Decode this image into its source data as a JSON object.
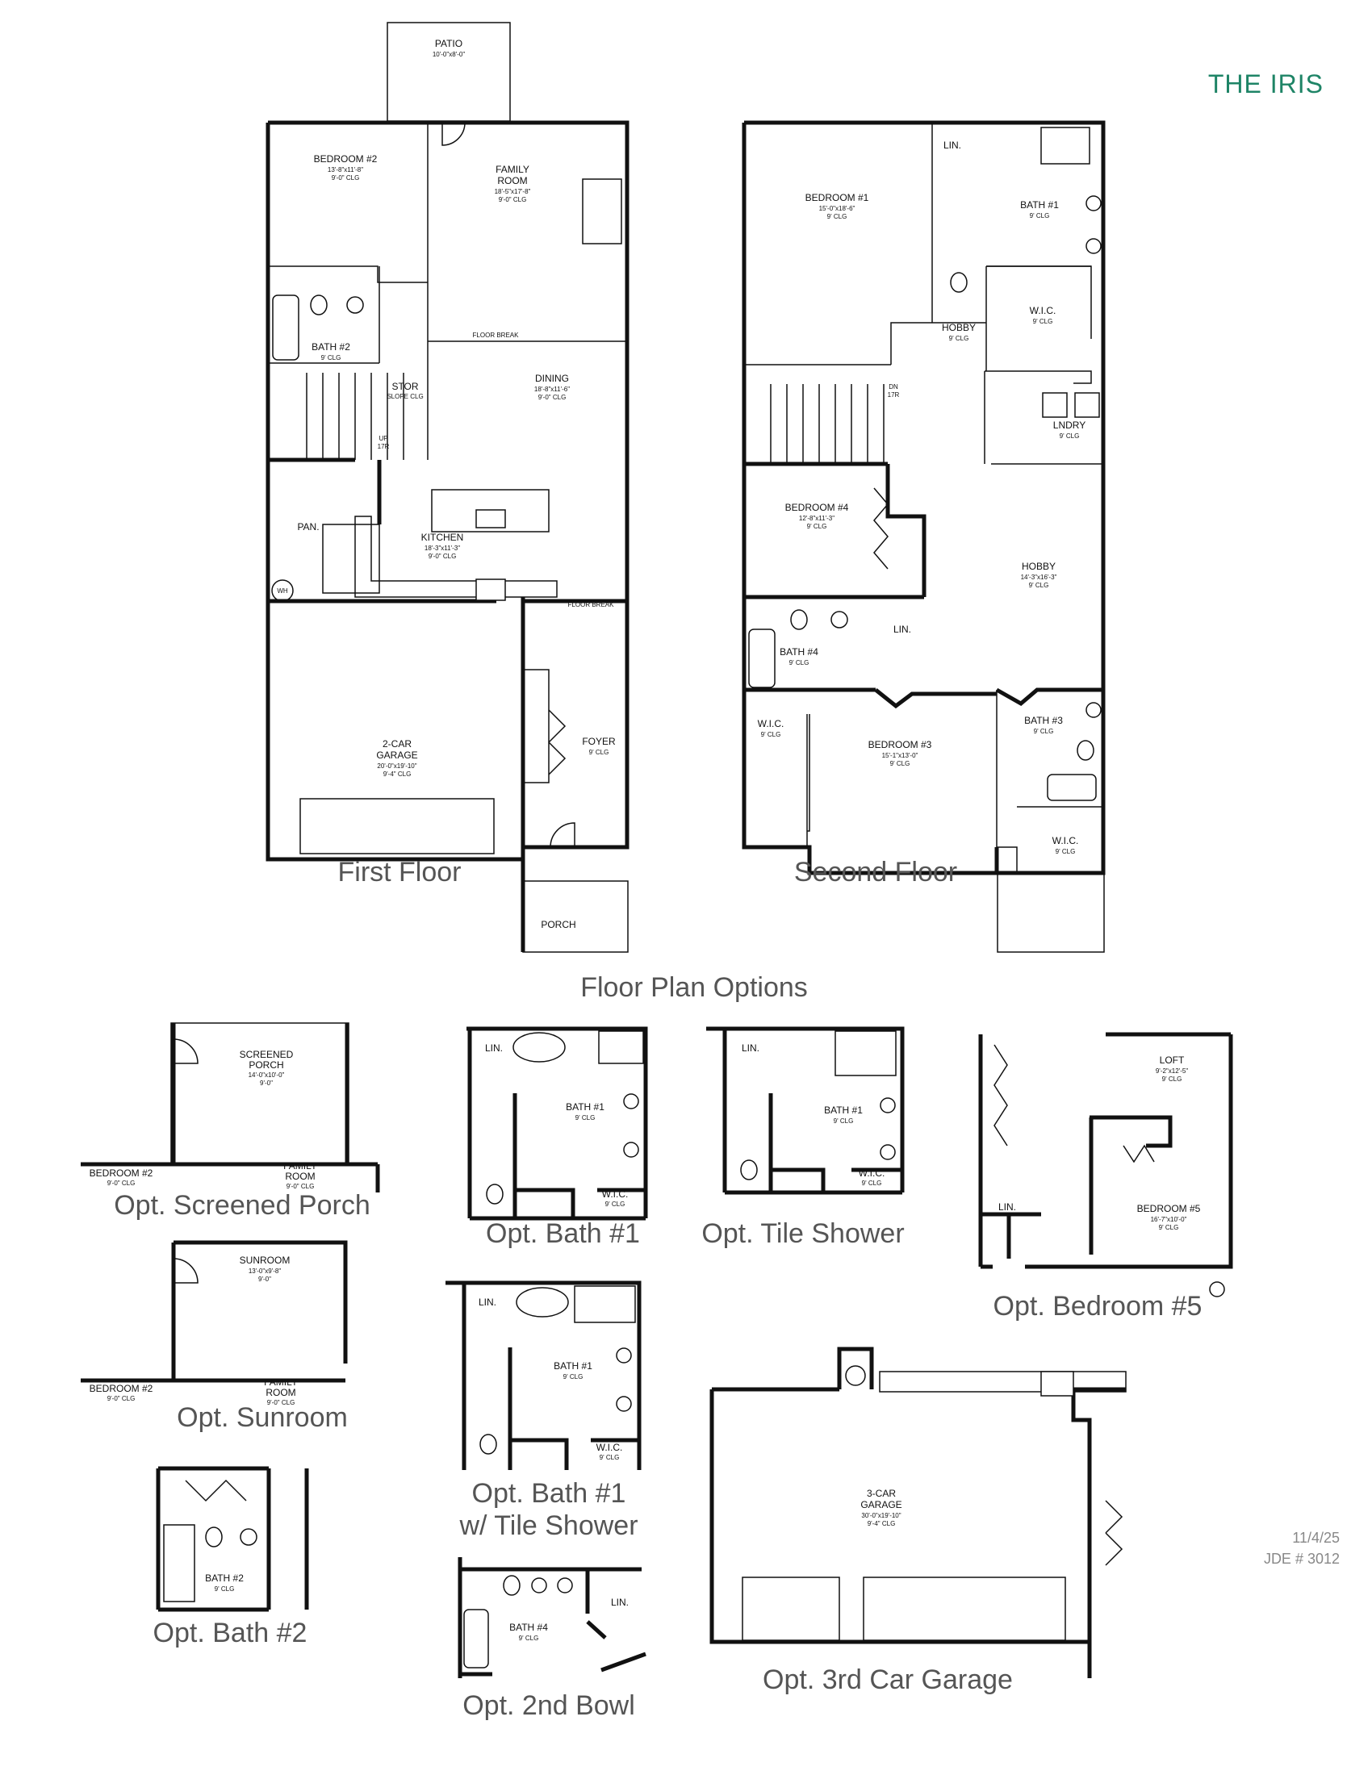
{
  "header": {
    "title": "THE IRIS"
  },
  "plans": {
    "first_floor": {
      "caption": "First Floor",
      "rooms": {
        "patio": {
          "name": "PATIO",
          "dims": "10'-0\"x8'-0\""
        },
        "bedroom2": {
          "name": "BEDROOM #2",
          "dims": "13'-8\"x11'-8\"",
          "ceiling": "9'-0\" CLG"
        },
        "family": {
          "name": "FAMILY",
          "name2": "ROOM",
          "dims": "18'-5\"x17'-8\"",
          "ceiling": "9'-0\" CLG"
        },
        "bath2": {
          "name": "BATH #2",
          "ceiling": "9' CLG"
        },
        "stor": {
          "name": "STOR",
          "ceiling": "SLOPE CLG"
        },
        "dining": {
          "name": "DINING",
          "dims": "18'-8\"x11'-6\"",
          "ceiling": "9'-0\" CLG"
        },
        "floor_break": "FLOOR BREAK",
        "pan": {
          "name": "PAN."
        },
        "kitchen": {
          "name": "KITCHEN",
          "dims": "18'-3\"x11'-3\"",
          "ceiling": "9'-0\" CLG"
        },
        "garage": {
          "name": "2-CAR",
          "name2": "GARAGE",
          "dims": "20'-0\"x19'-10\"",
          "ceiling": "9'-4\" CLG"
        },
        "foyer": {
          "name": "FOYER",
          "ceiling": "9' CLG"
        },
        "porch": {
          "name": "PORCH"
        },
        "up": "UP",
        "risers": "17R",
        "wh": "WH"
      }
    },
    "second_floor": {
      "caption": "Second Floor",
      "rooms": {
        "bedroom1": {
          "name": "BEDROOM #1",
          "dims": "15'-0\"x18'-6\"",
          "ceiling": "9' CLG"
        },
        "lin_top": {
          "name": "LIN."
        },
        "bath1": {
          "name": "BATH #1",
          "ceiling": "9' CLG"
        },
        "wic1": {
          "name": "W.I.C.",
          "ceiling": "9' CLG"
        },
        "hobby_small": {
          "name": "HOBBY",
          "ceiling": "9' CLG"
        },
        "dn": "DN",
        "risers": "17R",
        "lndry": {
          "name": "LNDRY",
          "ceiling": "9' CLG"
        },
        "bedroom4": {
          "name": "BEDROOM #4",
          "dims": "12'-8\"x11'-3\"",
          "ceiling": "9' CLG"
        },
        "hobby": {
          "name": "HOBBY",
          "dims": "14'-3\"x16'-3\"",
          "ceiling": "9' CLG"
        },
        "bath4": {
          "name": "BATH #4",
          "ceiling": "9' CLG"
        },
        "lin_mid": {
          "name": "LIN."
        },
        "wic_left": {
          "name": "W.I.C.",
          "ceiling": "9' CLG"
        },
        "bedroom3": {
          "name": "BEDROOM #3",
          "dims": "15'-1\"x13'-0\"",
          "ceiling": "9' CLG"
        },
        "bath3": {
          "name": "BATH #3",
          "ceiling": "9' CLG"
        },
        "wic3": {
          "name": "W.I.C.",
          "ceiling": "9' CLG"
        }
      }
    }
  },
  "options": {
    "heading": "Floor Plan Options",
    "screened_porch": {
      "caption": "Opt. Screened Porch",
      "room": "SCREENED",
      "room2": "PORCH",
      "dims": "14'-0\"x10'-0\"",
      "ceiling": "9'-0\"",
      "bedroom": "BEDROOM #2",
      "bedroom_clg": "9'-0\" CLG",
      "family": "FAMILY",
      "family2": "ROOM",
      "family_clg": "9'-0\" CLG"
    },
    "sunroom": {
      "caption": "Opt. Sunroom",
      "room": "SUNROOM",
      "dims": "13'-0\"x9'-8\"",
      "ceiling": "9'-0\"",
      "bedroom": "BEDROOM #2",
      "bedroom_clg": "9'-0\" CLG",
      "family": "FAMILY",
      "family2": "ROOM",
      "family_clg": "9'-0\" CLG"
    },
    "bath2": {
      "caption": "Opt. Bath #2",
      "room": "BATH #2",
      "ceiling": "9' CLG"
    },
    "bath1": {
      "caption": "Opt. Bath #1",
      "lin": "LIN.",
      "bath": "BATH #1",
      "bath_clg": "9' CLG",
      "wic": "W.I.C.",
      "wic_clg": "9' CLG"
    },
    "tile_shower": {
      "caption": "Opt. Tile Shower",
      "lin": "LIN.",
      "bath": "BATH #1",
      "bath_clg": "9' CLG",
      "wic": "W.I.C.",
      "wic_clg": "9' CLG"
    },
    "bath1_tile": {
      "caption": "Opt. Bath #1",
      "caption2": "w/ Tile Shower",
      "lin": "LIN.",
      "bath": "BATH #1",
      "bath_clg": "9' CLG",
      "wic": "W.I.C.",
      "wic_clg": "9' CLG"
    },
    "second_bowl": {
      "caption": "Opt. 2nd Bowl",
      "bath": "BATH #4",
      "bath_clg": "9' CLG",
      "lin": "LIN."
    },
    "bedroom5": {
      "caption": "Opt. Bedroom #5",
      "loft": "LOFT",
      "loft_dims": "9'-2\"x12'-5\"",
      "loft_clg": "9' CLG",
      "bedroom": "BEDROOM #5",
      "bedroom_dims": "16'-7\"x10'-0\"",
      "bedroom_clg": "9' CLG",
      "lin": "LIN."
    },
    "garage3": {
      "caption": "Opt. 3rd Car Garage",
      "room": "3-CAR",
      "room2": "GARAGE",
      "dims": "30'-0\"x19'-10\"",
      "ceiling": "9'-4\" CLG"
    }
  },
  "footer": {
    "date": "11/4/25",
    "jde": "JDE # 3012"
  }
}
